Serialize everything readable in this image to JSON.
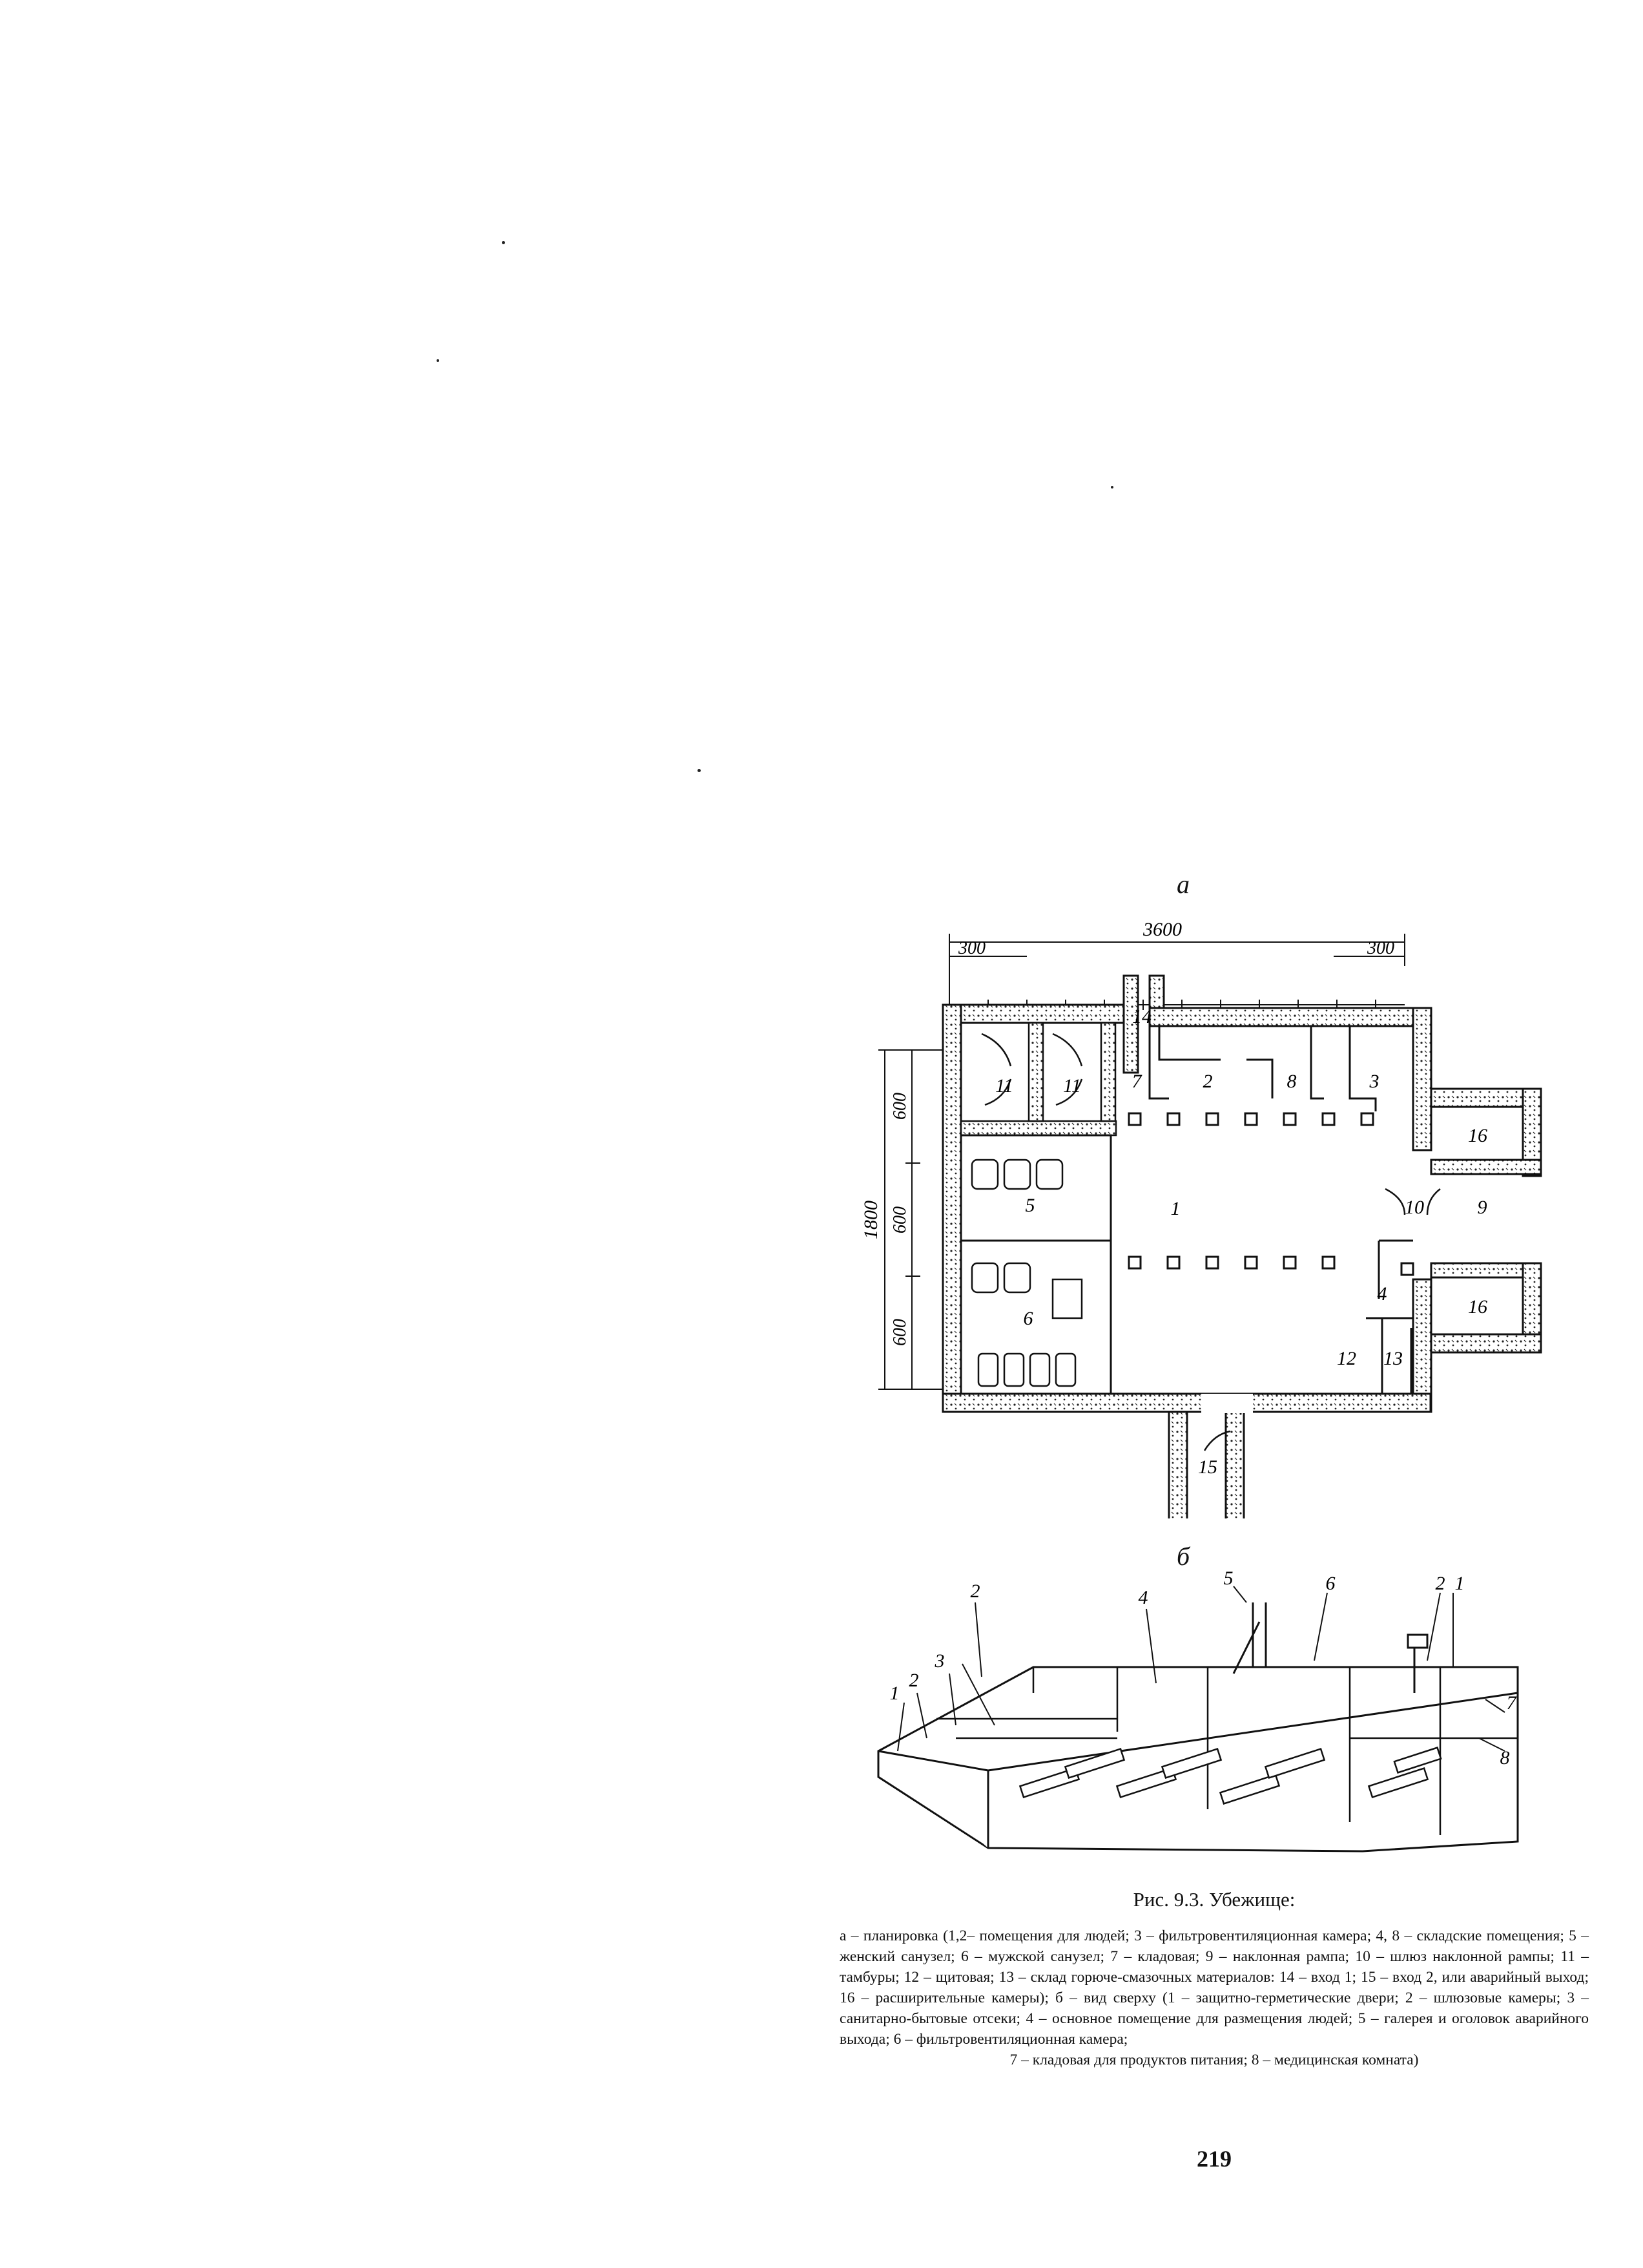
{
  "figure": {
    "plan_label": "а",
    "top_view_label": "б",
    "dimensions": {
      "total_width": "3600",
      "left_offset": "300",
      "right_offset": "300",
      "total_height": "1800",
      "segment_1": "600",
      "segment_2": "600",
      "segment_3": "600"
    },
    "plan_room_numbers": [
      "1",
      "2",
      "3",
      "4",
      "5",
      "6",
      "7",
      "8",
      "9",
      "10",
      "11",
      "11",
      "12",
      "13",
      "14",
      "15",
      "16",
      "16"
    ],
    "top_view_callouts": [
      "1",
      "2",
      "3",
      "2",
      "4",
      "5",
      "6",
      "2",
      "1",
      "7",
      "8"
    ]
  },
  "caption": {
    "title": "Рис. 9.3. Убежище:",
    "body": "а – планировка (1,2– помещения для людей; 3 – фильтровентиляционная камера; 4, 8 – складские помещения; 5 – женский санузел; 6 – мужской санузел; 7 – кладовая; 9 – наклонная рампа; 10 – шлюз наклонной рампы; 11 – тамбуры; 12 – щитовая; 13 – склад горюче-смазочных материалов: 14 – вход 1; 15 – вход 2, или аварийный выход; 16 – расширительные камеры); б – вид сверху (1 – защитно-герметические двери; 2 – шлюзовые камеры; 3 – санитарно-бытовые отсеки; 4 – основное помещение для размещения людей; 5 – галерея и оголовок аварийного выхода; 6 – фильтровентиляционная камера;",
    "body_last_line": "7 – кладовая для продуктов питания; 8 – медицинская комната)"
  },
  "page_number": "219"
}
